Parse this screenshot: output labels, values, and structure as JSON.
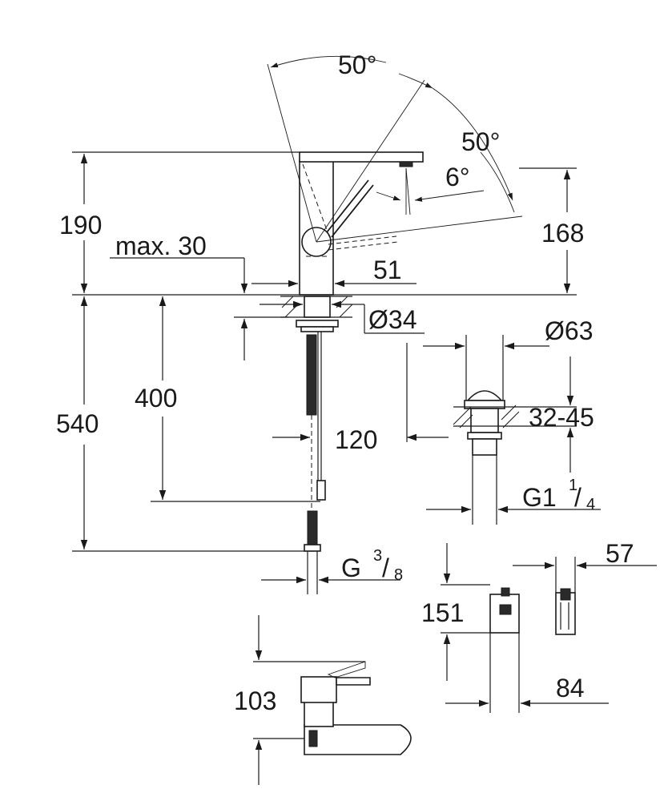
{
  "dimensions": {
    "angle_top": "50°",
    "angle_right": "50°",
    "angle_spout": "6°",
    "height_total_upper": "190",
    "height_spout": "168",
    "max_deck": "max. 30",
    "spout_reach": "51",
    "hole_diameter": "Ø34",
    "drain_diameter": "Ø63",
    "hose_length": "400",
    "overall_height": "540",
    "distance": "120",
    "drain_range": "32-45",
    "drain_thread_main": "G1",
    "drain_thread_num": "1",
    "drain_thread_den": "4",
    "inlet_thread_main": "G",
    "inlet_thread_num": "3",
    "inlet_thread_den": "8",
    "box_height": "151",
    "box_width": "84",
    "box_depth": "57",
    "handle_height": "103"
  }
}
